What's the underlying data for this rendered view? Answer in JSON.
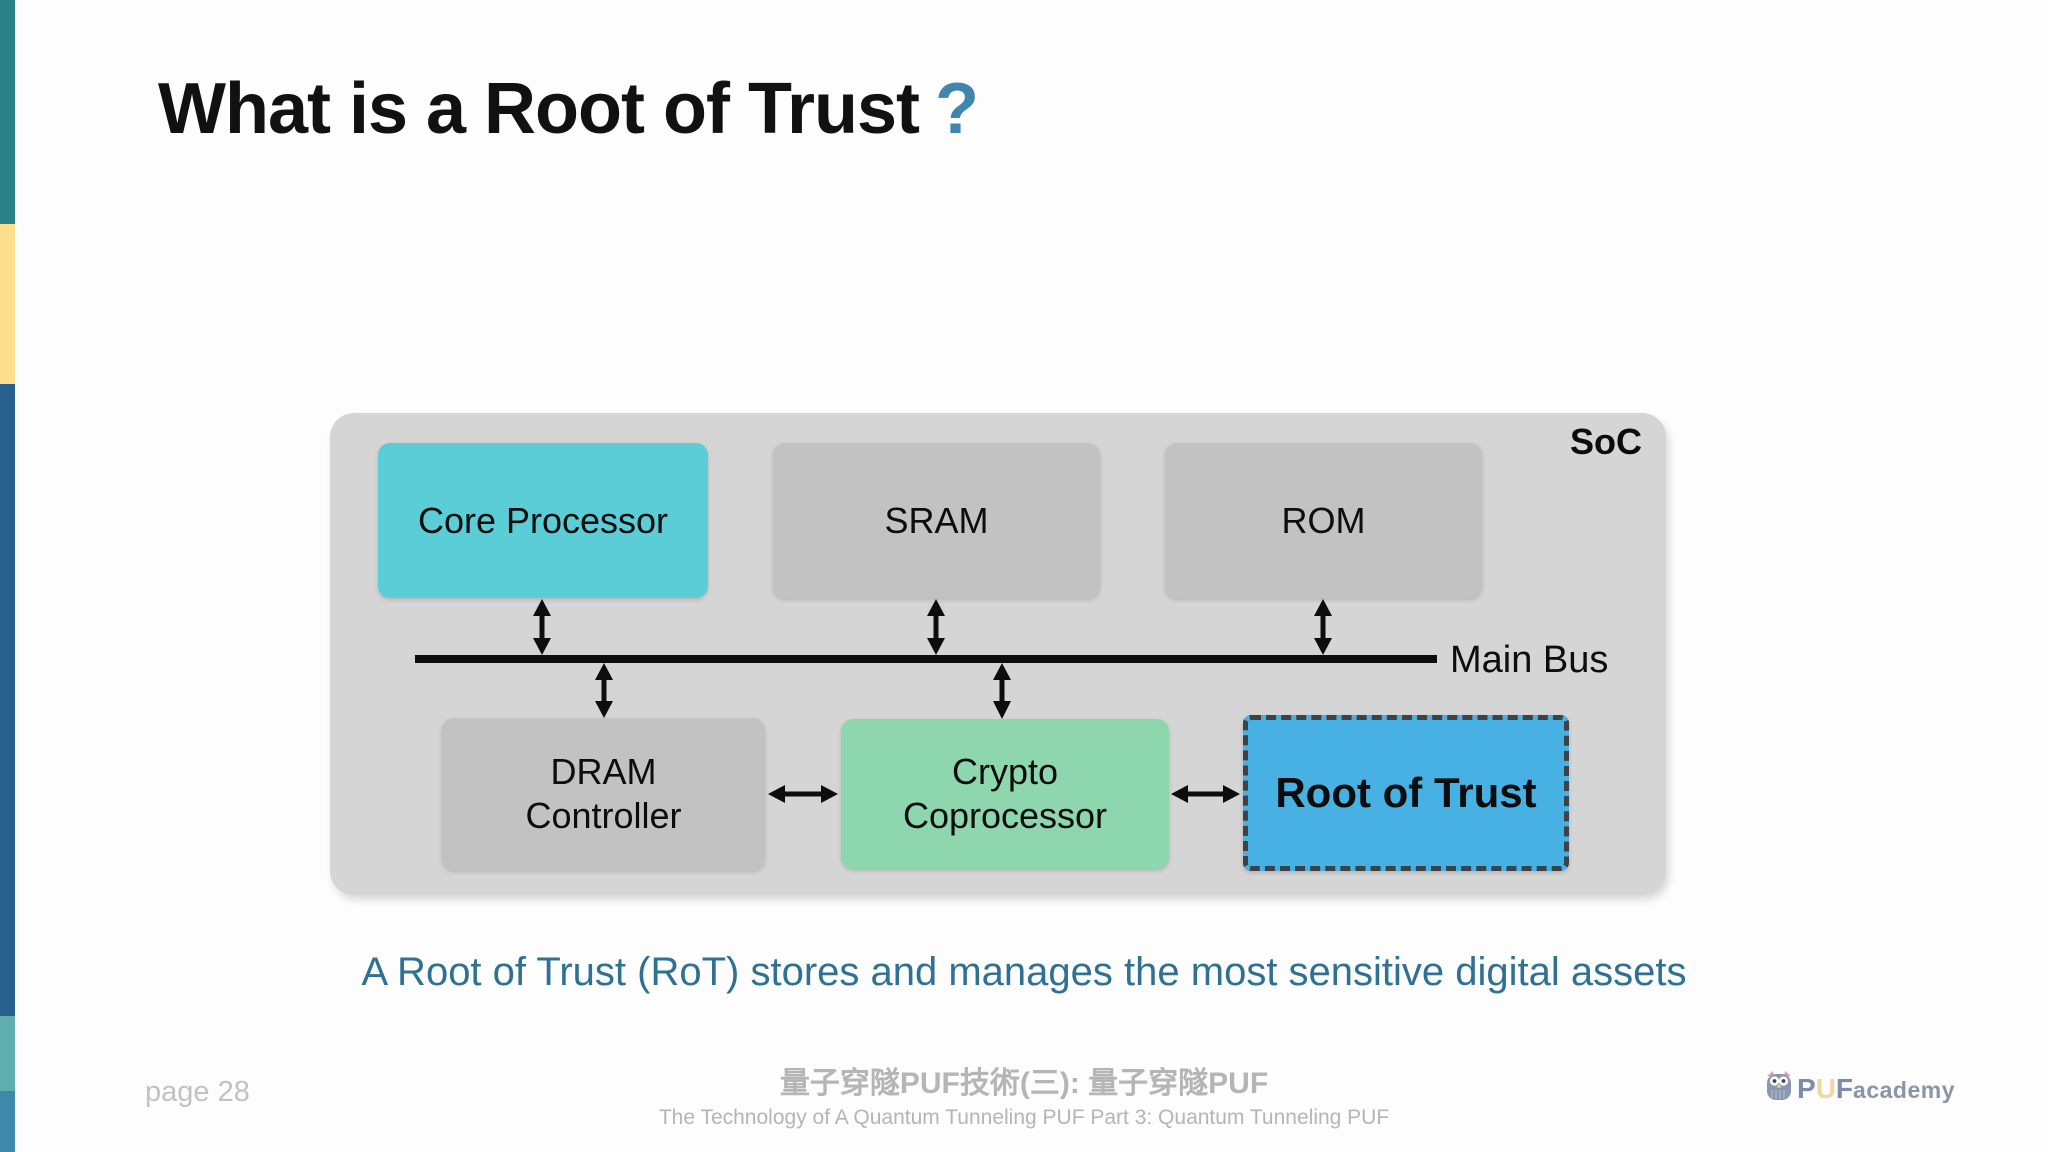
{
  "slide": {
    "title": "What is a Root of Trust",
    "title_question_mark": "?",
    "caption": "A Root of Trust (RoT) stores and manages the most sensitive digital assets"
  },
  "diagram": {
    "soc_label": "SoC",
    "main_bus_label": "Main Bus",
    "boxes": {
      "core_processor": {
        "label": "Core Processor",
        "color": "#5bcdd6"
      },
      "sram": {
        "label": "SRAM",
        "color": "#c2c2c2"
      },
      "rom": {
        "label": "ROM",
        "color": "#c2c2c2"
      },
      "dram_controller": {
        "label": "DRAM\nController",
        "color": "#c2c2c2"
      },
      "crypto_coprocessor": {
        "label": "Crypto\nCoprocessor",
        "color": "#8ed7ae"
      },
      "root_of_trust": {
        "label": "Root of Trust",
        "color": "#47b1e3",
        "border": "dashed"
      }
    }
  },
  "footer": {
    "page_label": "page 28",
    "center_title_zh": "量子穿隧PUF技術(三): 量子穿隧PUF",
    "center_subtitle_en": "The Technology of A Quantum Tunneling PUF Part 3: Quantum Tunneling PUF",
    "logo": {
      "letter_p": "P",
      "letter_u": "U",
      "letter_f": "F",
      "suffix": "academy"
    }
  },
  "theme": {
    "accent_strip_colors": [
      "#2c8186",
      "#fbdf8f",
      "#27608c",
      "#5fadad",
      "#3e88ab"
    ],
    "question_mark_color": "#3e86ae",
    "caption_color": "#2e7192",
    "soc_container_color": "#d5d5d5",
    "footer_text_color": "#b5b5b5"
  }
}
